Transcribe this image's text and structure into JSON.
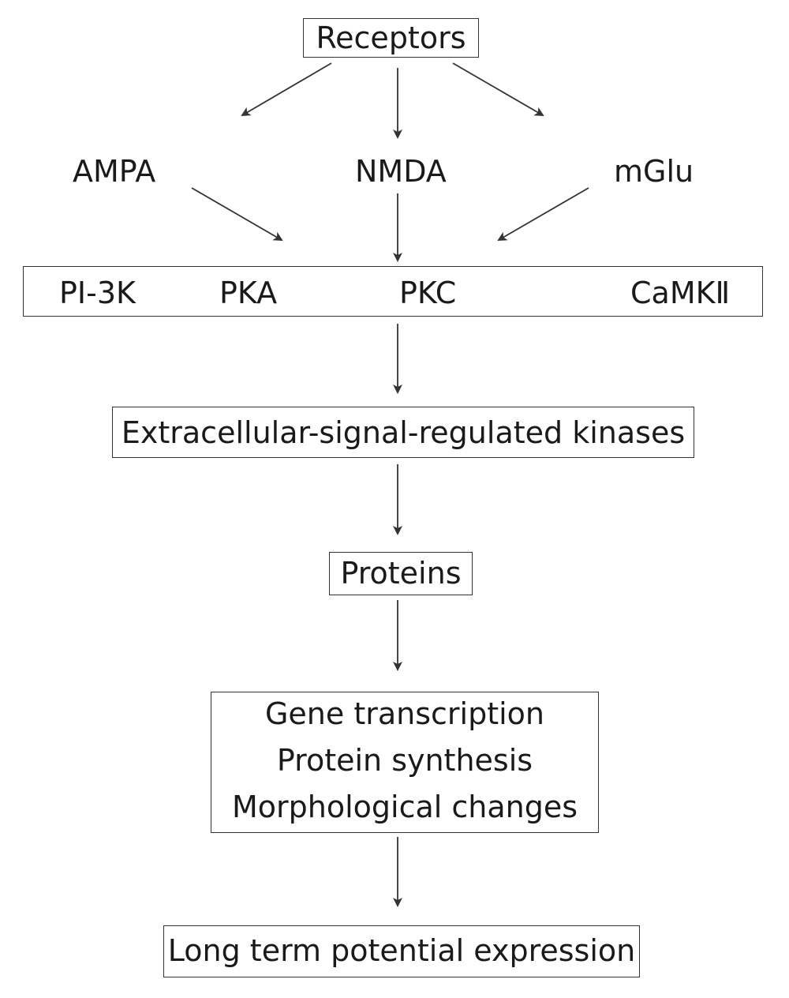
{
  "top": {
    "receptors": "Receptors"
  },
  "receptor_types": {
    "ampa": "AMPA",
    "nmda": "NMDA",
    "mglu": "mGlu"
  },
  "kinases": {
    "pi3k": "PI-3K",
    "pka": "PKA",
    "pkc": "PKC",
    "camk": "CaMKⅡ"
  },
  "erk": "Extracellular-signal-regulated kinases",
  "proteins": "Proteins",
  "effects": {
    "line1": "Gene transcription",
    "line2": "Protein synthesis",
    "line3": "Morphological changes"
  },
  "outcome": "Long term potential expression",
  "colors": {
    "line": "#333333",
    "text": "#1a1a1a"
  }
}
